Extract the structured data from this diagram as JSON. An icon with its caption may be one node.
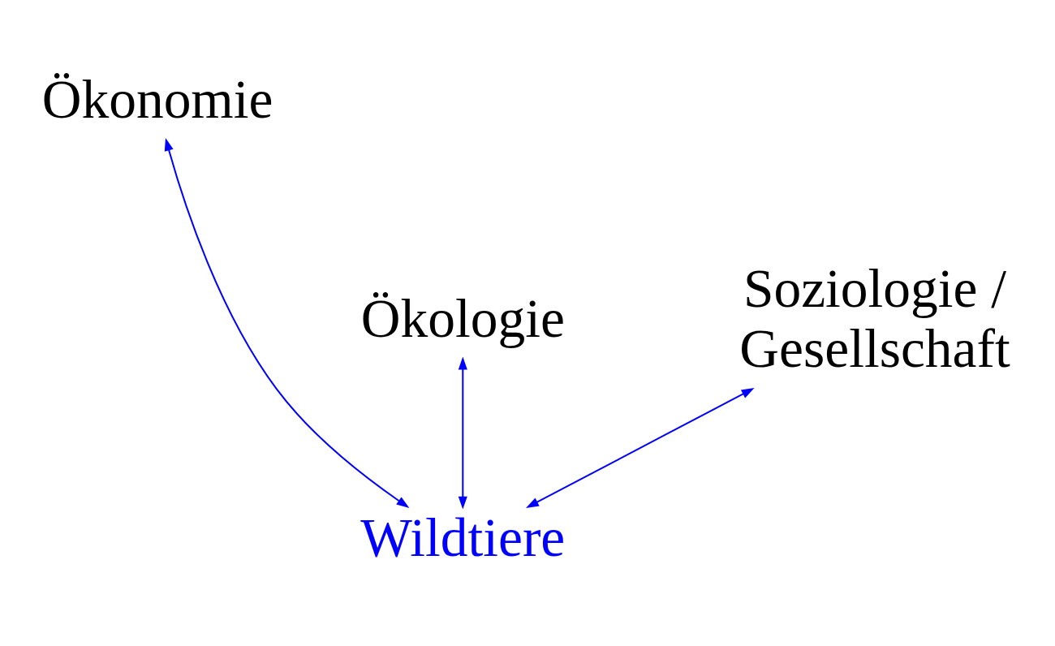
{
  "diagram": {
    "nodes": [
      {
        "text": [
          "Ökonomie"
        ]
      },
      {
        "text": [
          "Ökologie"
        ]
      },
      {
        "text": [
          "Soziologie / Gesellschaft"
        ]
      },
      {
        "text": [
          "Wildtiere"
        ]
      }
    ],
    "edges": [
      {
        "from": 3,
        "to": 1,
        "arrow": "both"
      },
      {
        "from": 3,
        "to": 0,
        "arrow": "both"
      },
      {
        "from": 3,
        "to": 2,
        "arrow": "both"
      }
    ]
  }
}
